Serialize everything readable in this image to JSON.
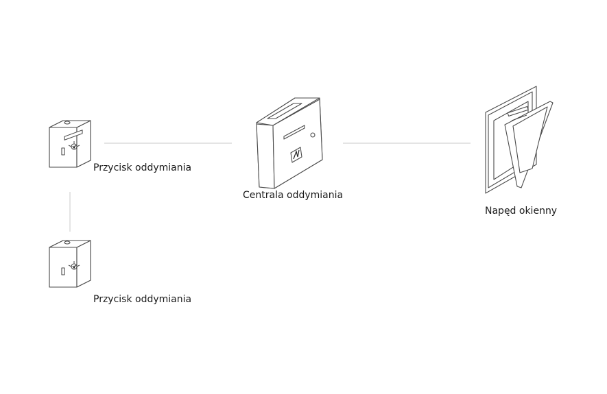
{
  "nodes": {
    "button_top": {
      "label": "Przycisk oddymiania",
      "icon": "smoke-vent-button-icon"
    },
    "button_bottom": {
      "label": "Przycisk oddymiania",
      "icon": "smoke-vent-button-icon"
    },
    "control_panel": {
      "label": "Centrala oddymiania",
      "icon": "smoke-control-panel-icon"
    },
    "window_drive": {
      "label": "Napęd okienny",
      "icon": "window-actuator-icon"
    }
  },
  "connections": [
    {
      "from": "button_top",
      "to": "control_panel"
    },
    {
      "from": "control_panel",
      "to": "window_drive"
    },
    {
      "from": "button_top",
      "to": "button_bottom"
    }
  ],
  "colors": {
    "line": "#c8c8c8",
    "outline": "#4a4a4a",
    "text": "#1a1a1a"
  }
}
